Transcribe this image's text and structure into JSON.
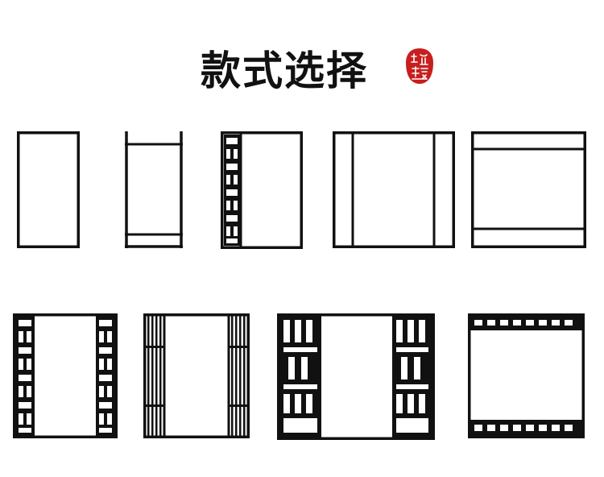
{
  "page": {
    "title": "款式选择",
    "seal": {
      "color": "#c81e1e"
    }
  },
  "styles": [
    {
      "name": "plain-frame"
    },
    {
      "name": "open-top-frame-with-bottom-panel"
    },
    {
      "name": "frame-with-left-lattice"
    },
    {
      "name": "frame-with-side-panels"
    },
    {
      "name": "frame-with-top-and-bottom-panels"
    },
    {
      "name": "frame-with-double-side-lattice"
    },
    {
      "name": "frame-with-side-slats"
    },
    {
      "name": "frame-with-wide-side-lattice"
    },
    {
      "name": "frame-with-top-and-bottom-lattice"
    }
  ]
}
